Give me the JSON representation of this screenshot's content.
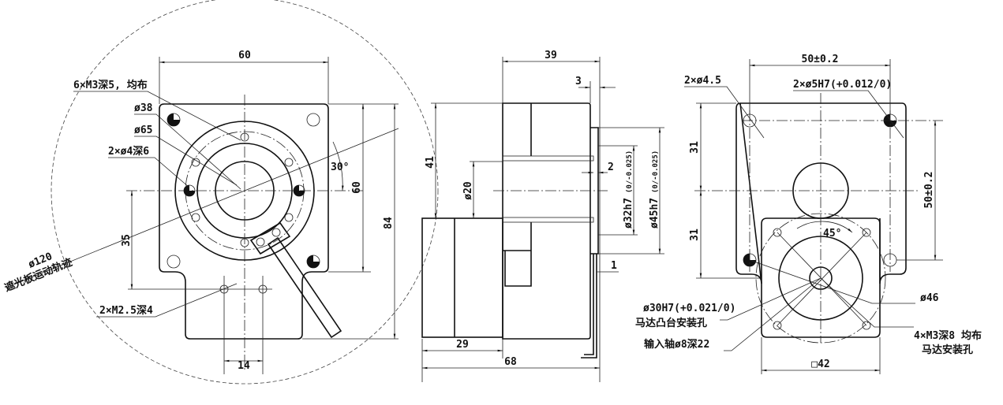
{
  "front_view": {
    "width_60": "60",
    "height_60": "60",
    "height_84": "84",
    "offset_35": "35",
    "spacing_14": "14",
    "angle_30": "30°",
    "holes_6xm3": "6×M3深5, 均布",
    "dia_38": "ø38",
    "dia_65": "ø65",
    "holes_2xd4": "2×ø4深6",
    "dia_120": "ø120",
    "trajectory": "遮光板运动轨迹",
    "holes_2xm25": "2×M2.5深4"
  },
  "side_view": {
    "len_39": "39",
    "len_3": "3",
    "len_41": "41",
    "dia_20": "ø20",
    "len_2": "2",
    "dia_32": "ø32h7",
    "dia_32_tol": "(0/-0.025)",
    "dia_45": "ø45h7",
    "dia_45_tol": "(0/-0.025)",
    "len_1": "1",
    "len_29": "29",
    "len_68": "68"
  },
  "rear_view": {
    "width_50": "50±0.2",
    "height_50": "50±0.2",
    "half_31_top": "31",
    "half_31_bottom": "31",
    "holes_2xd45": "2×ø4.5",
    "holes_2xd5h7": "2×ø5H7(+0.012/0)",
    "angle_45": "45°",
    "boss_dia": "ø30H7(+0.021/0)",
    "boss_label": "马达凸台安装孔",
    "input_shaft": "输入轴ø8深22",
    "dia_46": "ø46",
    "motor_holes": "4×M3深8 均布",
    "motor_holes_label": "马达安装孔",
    "square_42": "□42"
  }
}
